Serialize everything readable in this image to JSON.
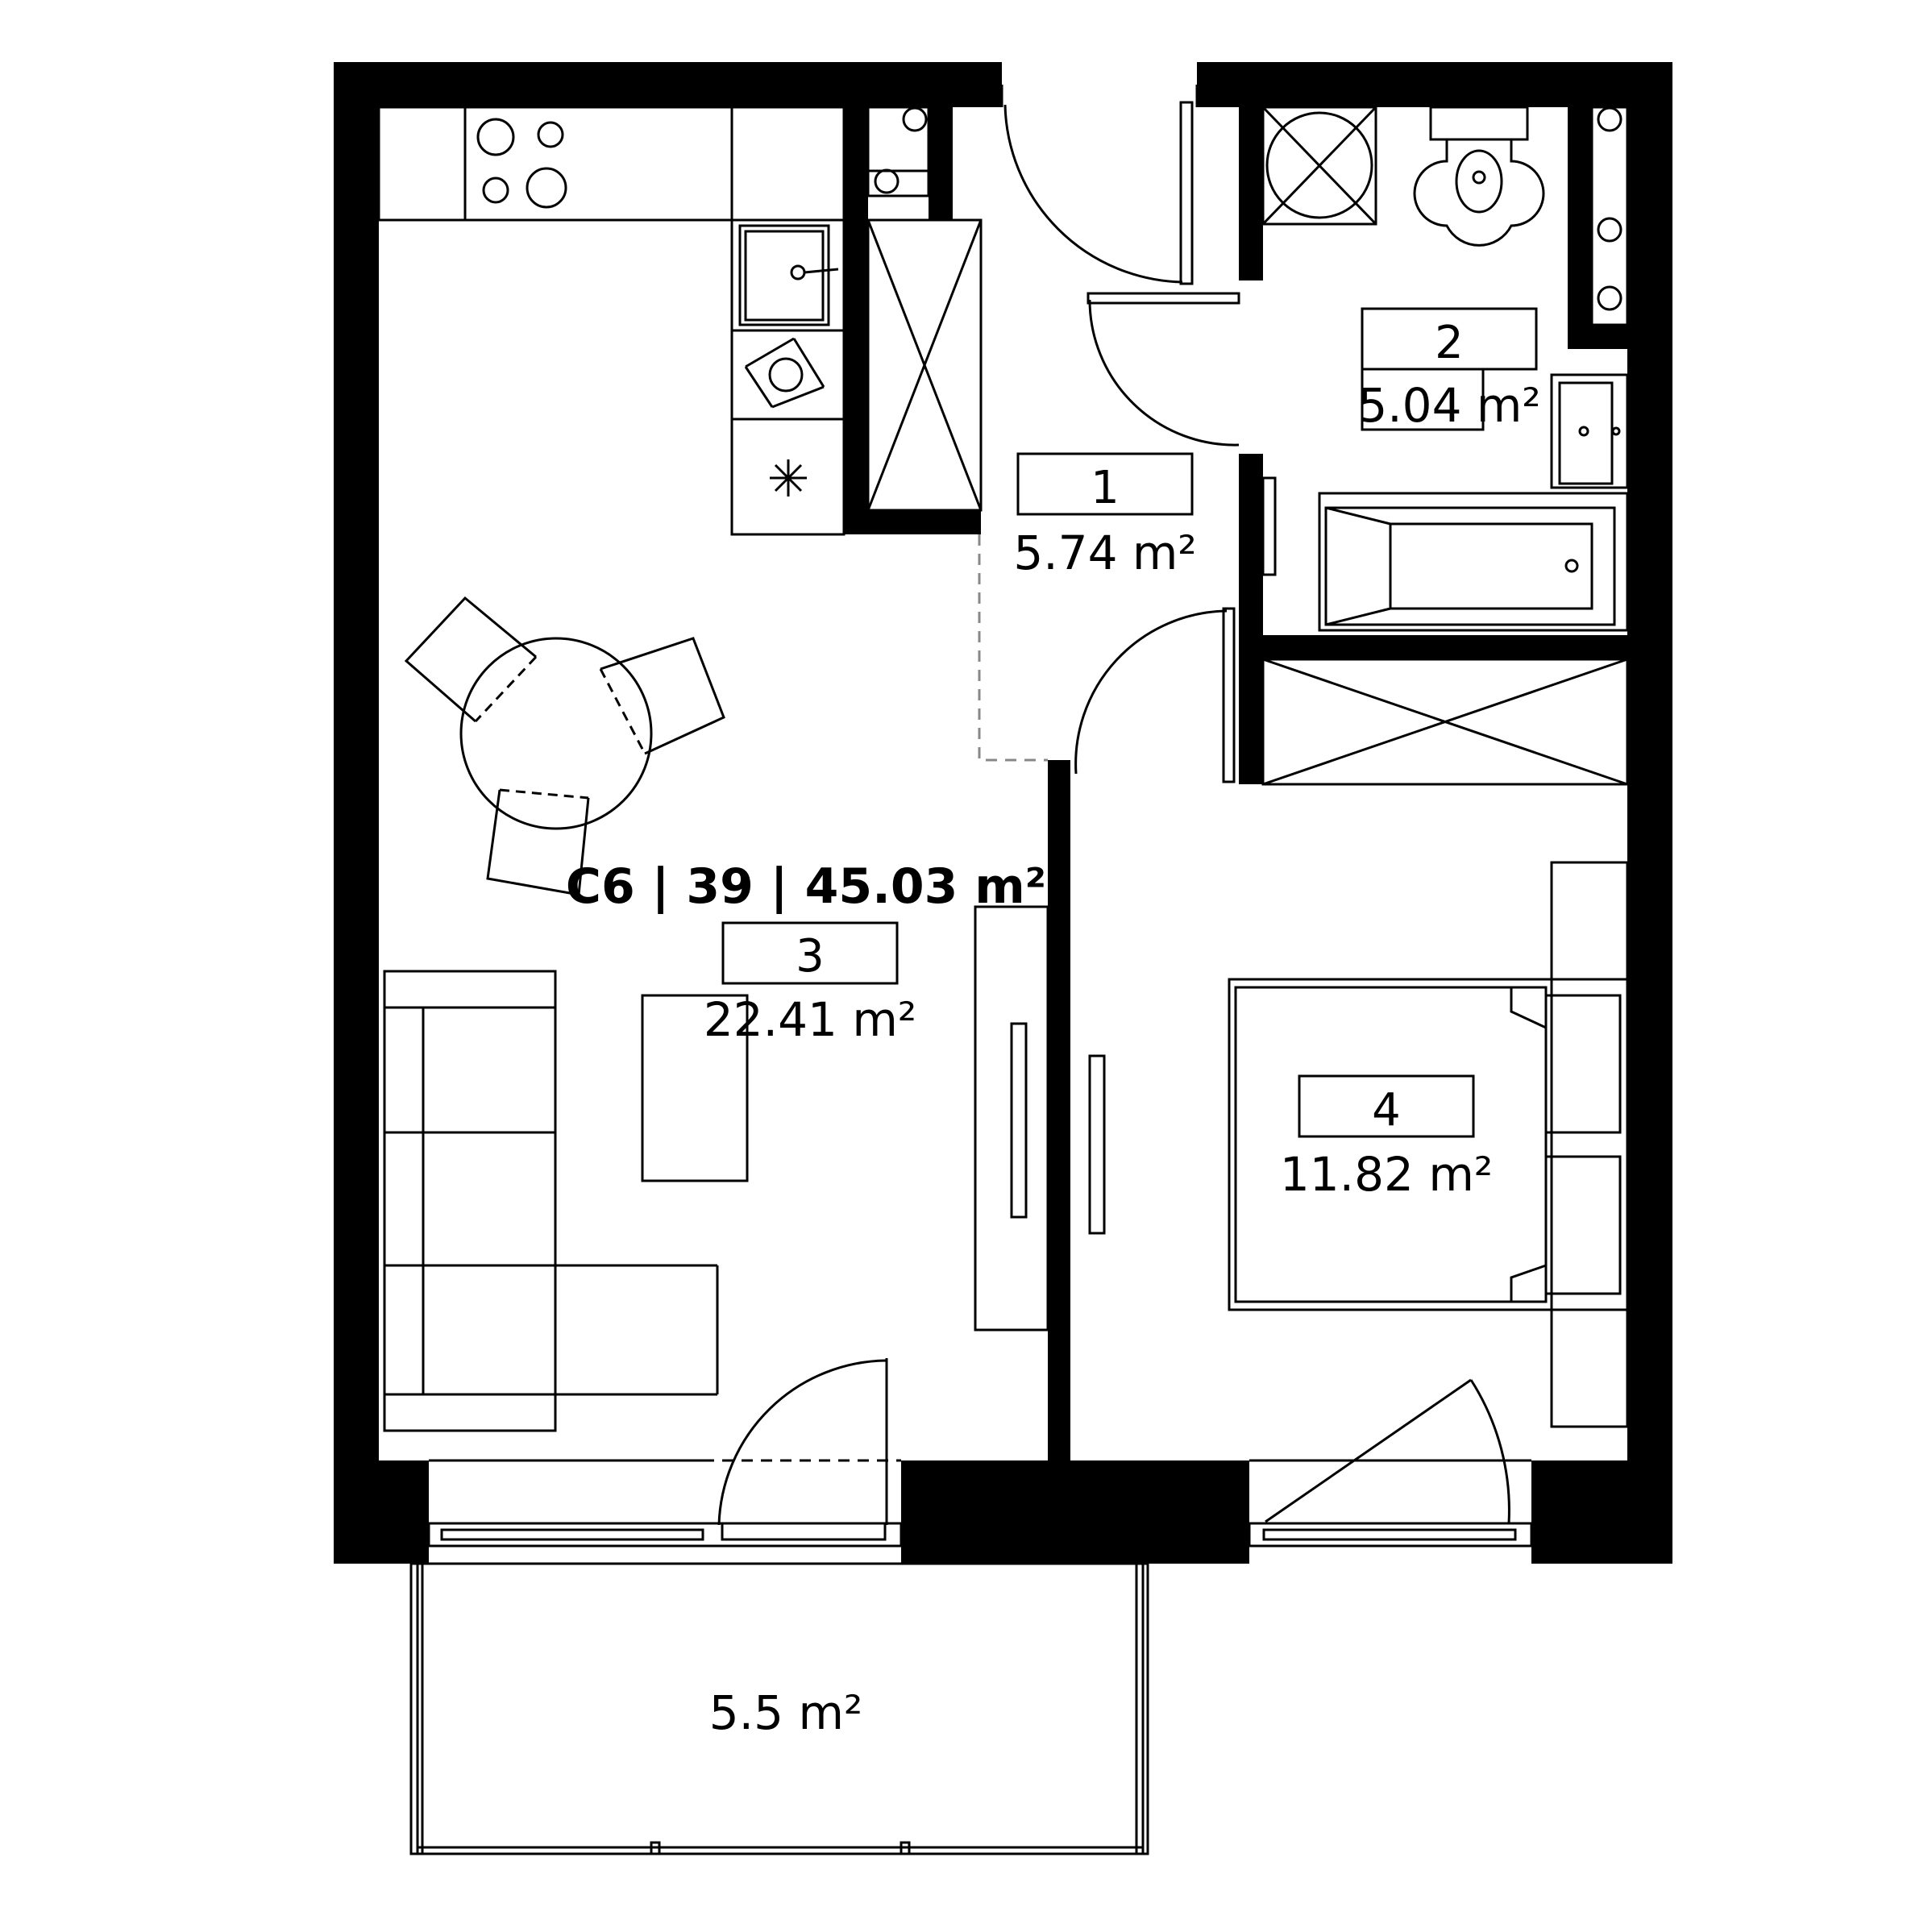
{
  "apartment": {
    "summary": "C6 | 39 | 45.03 m²"
  },
  "rooms": [
    {
      "number": "1",
      "area": "5.74 m²"
    },
    {
      "number": "2",
      "area": "5.04 m²"
    },
    {
      "number": "3",
      "area": "22.41 m²"
    },
    {
      "number": "4",
      "area": "11.82 m²"
    }
  ],
  "balcony": {
    "area": "5.5 m²"
  },
  "colors": {
    "wall": "#000000",
    "line": "#000000",
    "background": "#ffffff"
  }
}
